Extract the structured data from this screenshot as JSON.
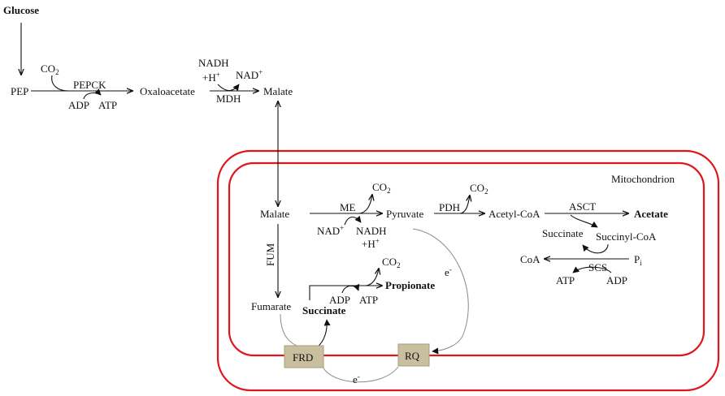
{
  "colors": {
    "membrane": "#e1151c",
    "complex_fill": "#c8bf9e",
    "complex_stroke": "#a79d7d",
    "text": "#111111"
  },
  "labels": {
    "glucose": "Glucose",
    "pep": "PEP",
    "co2_a": "CO",
    "co2_a_sub": "2",
    "pepck": "PEPCK",
    "adp_a": "ADP",
    "atp_a": "ATP",
    "oxaloacetate": "Oxaloacetate",
    "nadh_a": "NADH",
    "h_a": "+H",
    "h_a_sup": "+",
    "nad_a": "NAD",
    "nad_a_sup": "+",
    "mdh": "MDH",
    "malate_cyt": "Malate",
    "mitochondrion": "Mitochondrion",
    "malate_mit": "Malate",
    "me": "ME",
    "co2_b": "CO",
    "co2_b_sub": "2",
    "pyruvate": "Pyruvate",
    "nad_b": "NAD",
    "nad_b_sup": "+",
    "nadh_b": "NADH",
    "h_b": "+H",
    "h_b_sup": "+",
    "pdh": "PDH",
    "co2_c": "CO",
    "co2_c_sub": "2",
    "acetyl_coa": "Acetyl-CoA",
    "asct": "ASCT",
    "acetate": "Acetate",
    "succinate_scs": "Succinate",
    "succinyl_coa": "Succinyl-CoA",
    "coa": "CoA",
    "scs": "SCS",
    "pi": "P",
    "pi_sub": "i",
    "atp_scs": "ATP",
    "adp_scs": "ADP",
    "fum": "FUM",
    "fumarate": "Fumarate",
    "succinate_main": "Succinate",
    "co2_d": "CO",
    "co2_d_sub": "2",
    "propionate": "Propionate",
    "adp_d": "ADP",
    "atp_d": "ATP",
    "electron_rq": "e",
    "electron_rq_sup": "-",
    "electron_bottom": "e",
    "electron_bottom_sup": "-",
    "frd": "FRD",
    "rq": "RQ"
  }
}
